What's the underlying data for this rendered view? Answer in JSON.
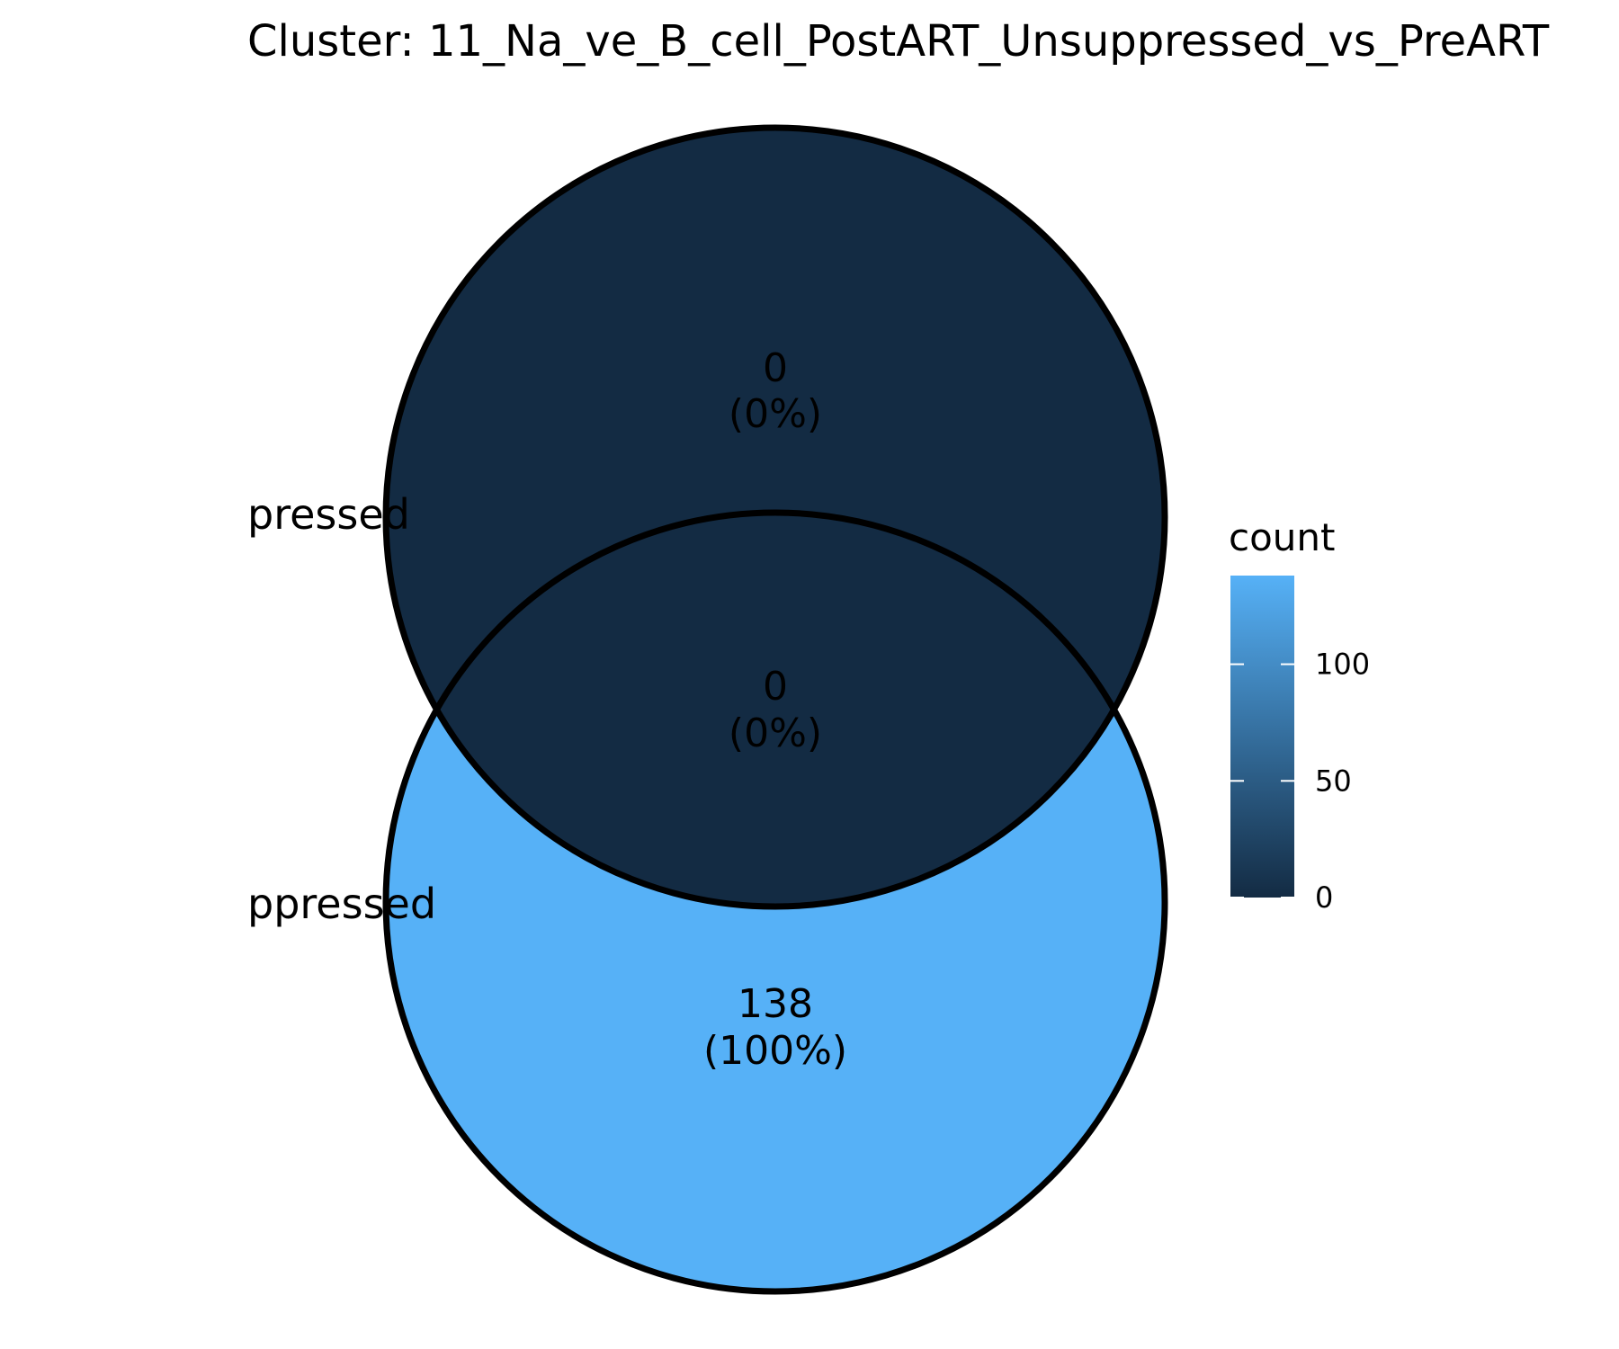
{
  "title": "Cluster: 11_Na_ve_B_cell_PostART_Unsuppressed_vs_PreART",
  "sets": [
    {
      "label": "pressed"
    },
    {
      "label": "ppressed"
    }
  ],
  "regions": [
    {
      "id": "set1-only",
      "count": "0",
      "percent": "(0%)",
      "value": 0
    },
    {
      "id": "overlap",
      "count": "0",
      "percent": "(0%)",
      "value": 0
    },
    {
      "id": "set2-only",
      "count": "138",
      "percent": "(100%)",
      "value": 138
    }
  ],
  "legend": {
    "title": "count",
    "ticks": [
      "0",
      "50",
      "100"
    ],
    "range": [
      0,
      138
    ],
    "color_low": "#132B43",
    "color_high": "#56B1F7"
  },
  "outline_color": "#000000"
}
